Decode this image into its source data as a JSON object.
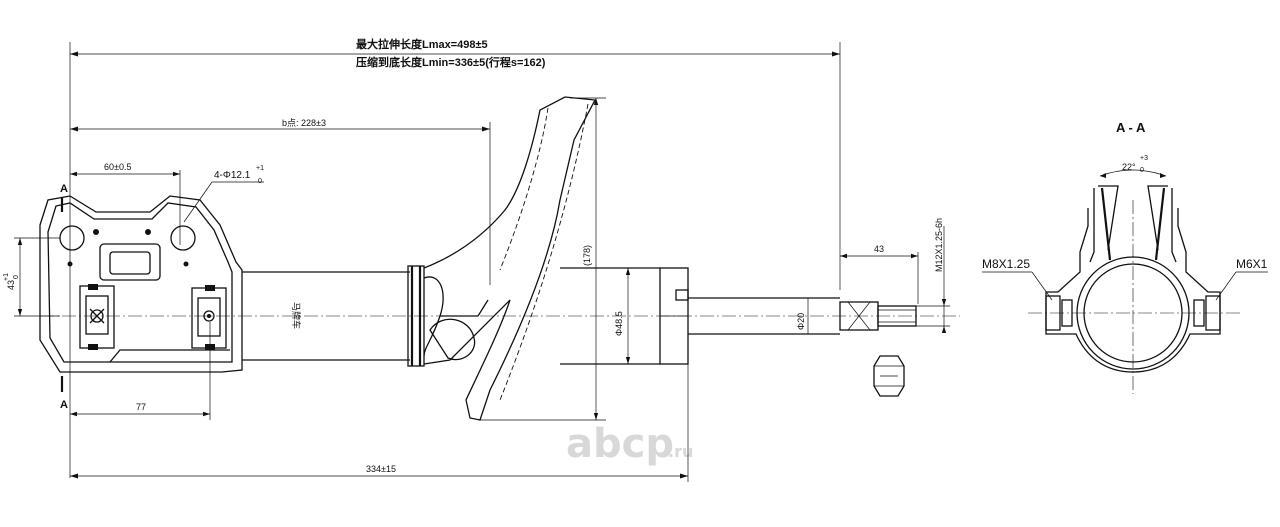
{
  "dimensions": {
    "max_length": "最大拉伸长度Lmax=498±5",
    "min_length": "压缩到底长度Lmin=336±5(行程s=162)",
    "b_dim": "b点: 228±3",
    "bolt_spacing": "60±0.5",
    "holes": "4-Φ12.1",
    "holes_tol": "+1",
    "holes_tol_low": "0",
    "bracket_height": "43",
    "bracket_height_tol": "+1",
    "bracket_height_tol_low": "0",
    "bracket_offset": "77",
    "total_334": "334±15",
    "ref_178": "(178)",
    "body_dia": "Φ48.5",
    "rod_dia": "Φ20",
    "thread_len": "43",
    "thread_spec": "M12X1.25-6h",
    "body_label": "马牌车"
  },
  "section": {
    "title": "A - A",
    "angle": "22°",
    "angle_tol": "+3",
    "angle_tol_low": "0",
    "left_thread": "M8X1.25",
    "right_thread": "M6X1"
  },
  "section_marks": {
    "top": "A",
    "bottom": "A"
  },
  "watermark": {
    "brand": "abcp",
    "domain": ".ru"
  }
}
